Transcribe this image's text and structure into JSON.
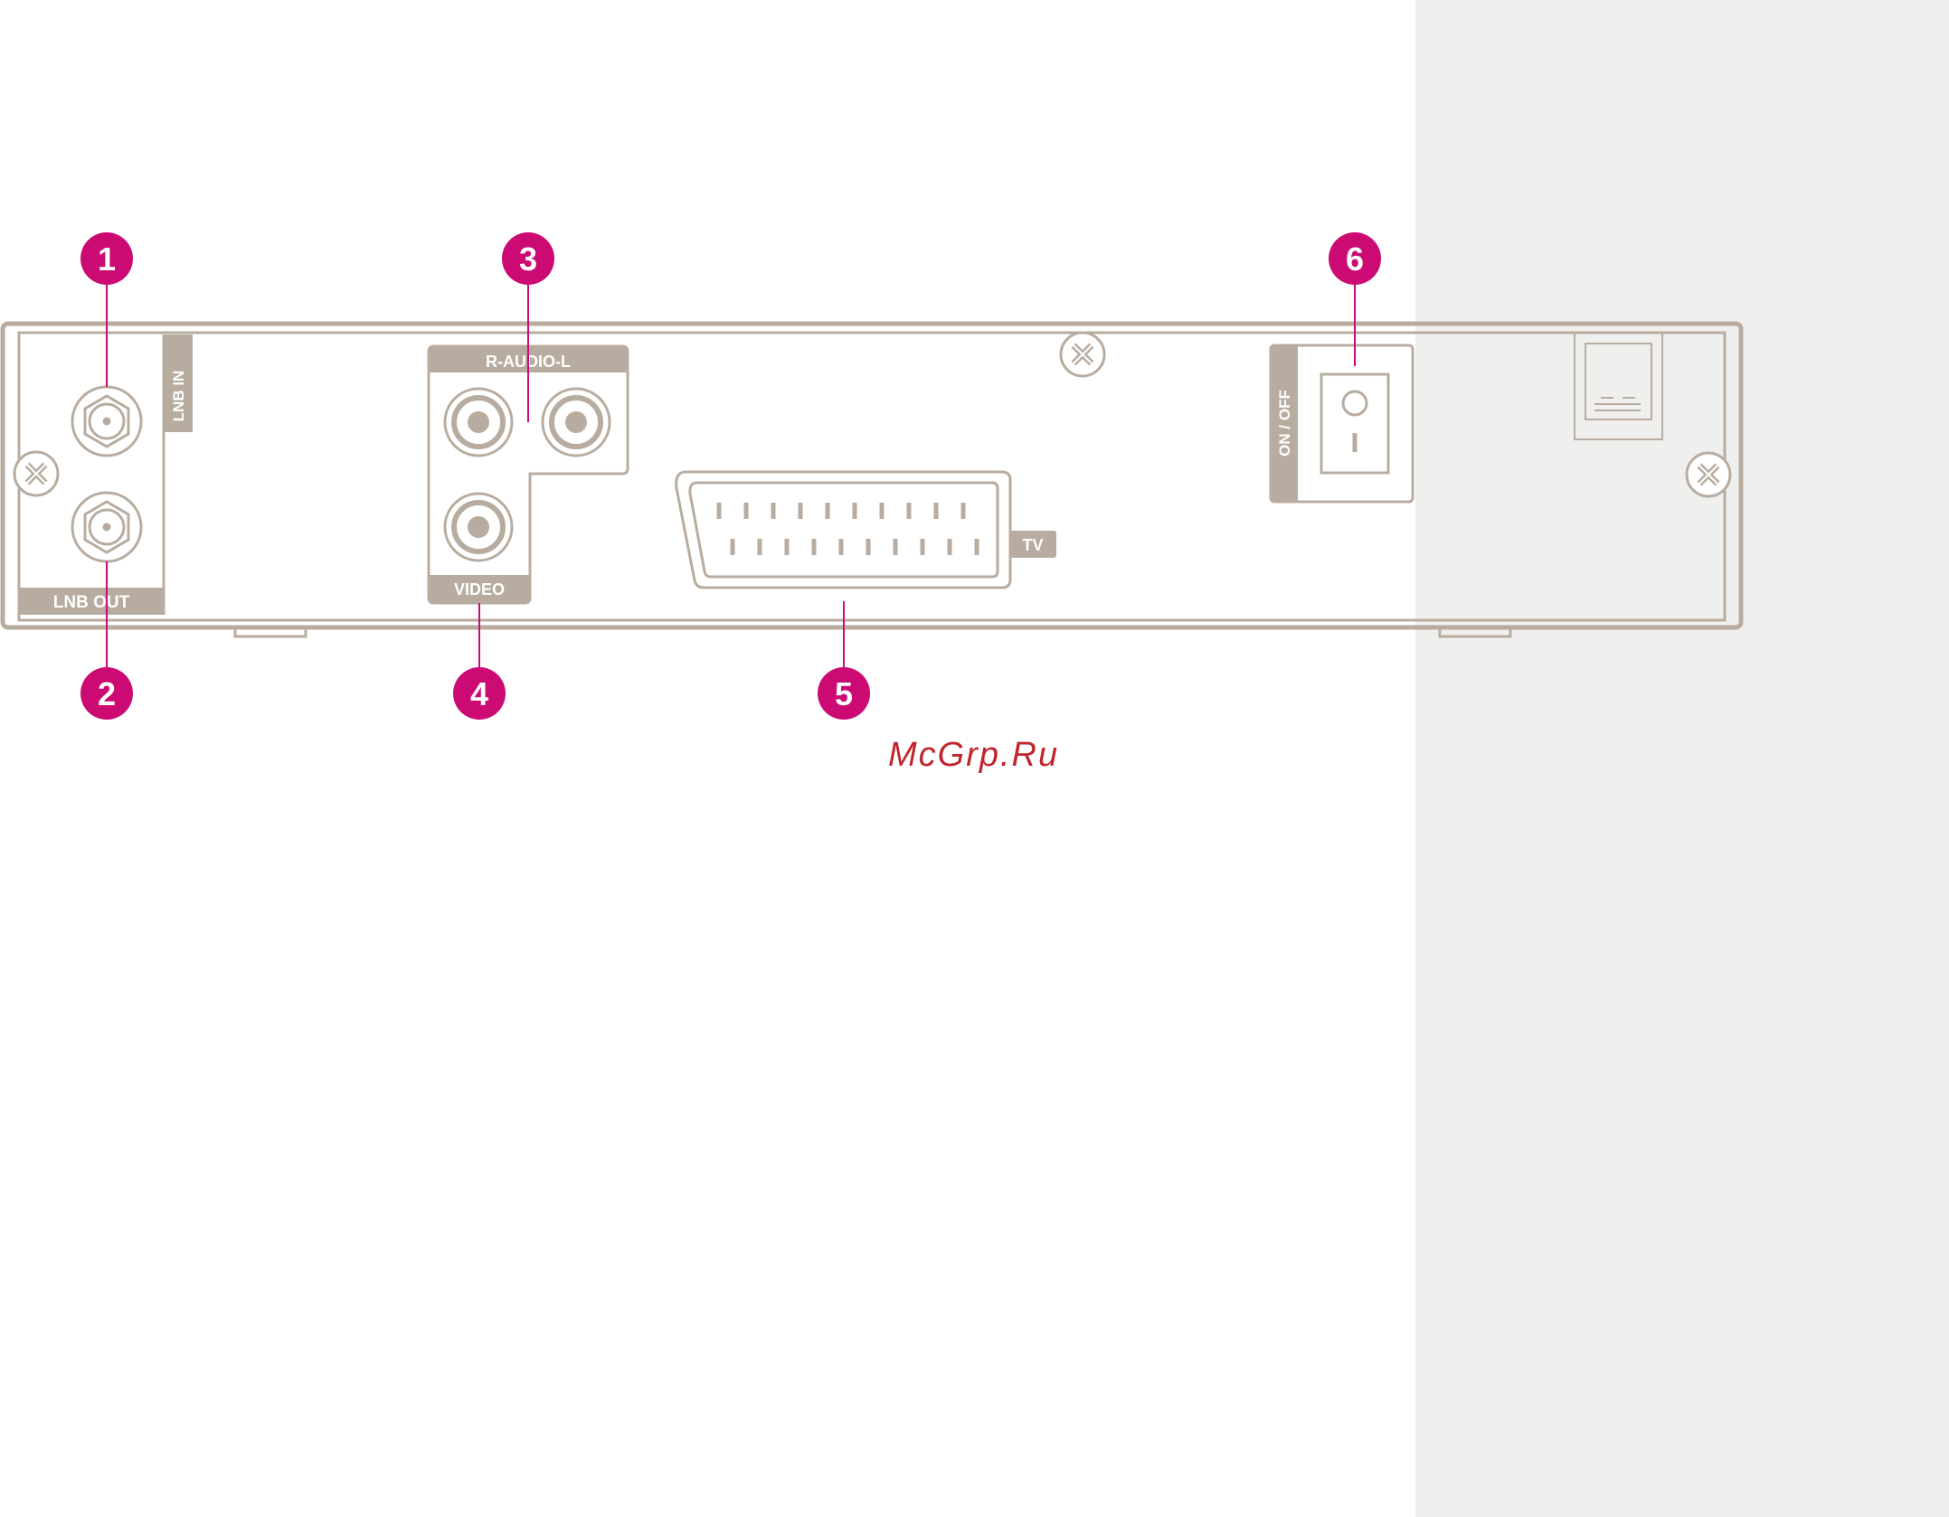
{
  "labels": {
    "lnb_in": "LNB IN",
    "lnb_out": "LNB OUT",
    "audio": "R-AUDIO-L",
    "video": "VIDEO",
    "tv": "TV",
    "power": "ON / OFF"
  },
  "callouts": [
    "1",
    "2",
    "3",
    "4",
    "5",
    "6"
  ],
  "watermark": "McGrp.Ru",
  "colors": {
    "device_line": "#b8aca0",
    "callout": "#cc0a74",
    "side_panel": "#efefed",
    "watermark": "#c0262d"
  }
}
